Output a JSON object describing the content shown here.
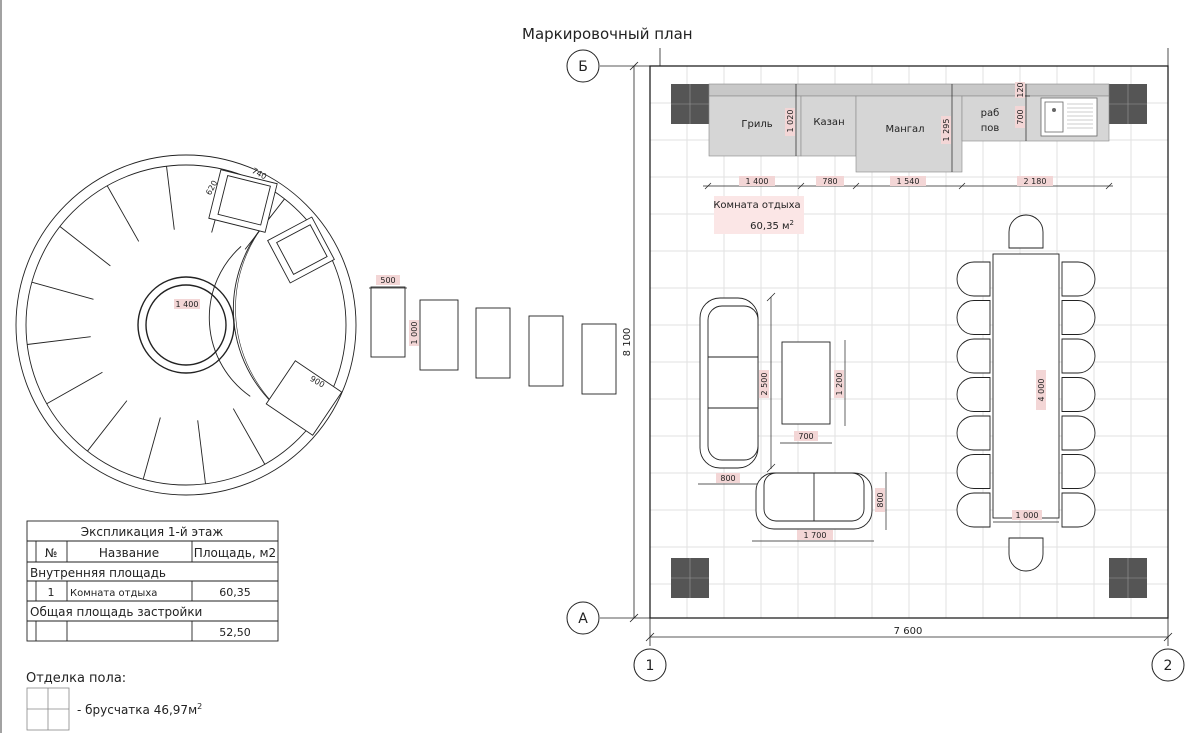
{
  "plan": {
    "title": "Маркировочный план",
    "axes": {
      "top": "Б",
      "bottom": "А",
      "left": "1",
      "right": "2"
    },
    "overall_width": "7 600",
    "overall_height": "8 100"
  },
  "kitchen": {
    "grill": "Гриль",
    "kazan": "Казан",
    "mangal": "Мангал",
    "work_surface_1": "раб",
    "work_surface_2": "пов",
    "dims": {
      "grill_depth": "1 020",
      "mangal_depth": "1 295",
      "counter_depth": "700",
      "sink_offset": "120",
      "grill_w": "1 400",
      "kazan_w": "780",
      "mangal_w": "1 540",
      "rest_w": "2 180"
    }
  },
  "room": {
    "name": "Комната отдыха",
    "area": "60,35 м",
    "area_sup": "2"
  },
  "furniture_dims": {
    "sofa_len": "2 500",
    "coffee_table_len": "1 200",
    "coffee_table_w": "700",
    "sofa_depth": "800",
    "sofa2_len": "1 700",
    "sofa2_depth": "800",
    "dining_table_len": "4 000",
    "dining_table_w": "1 000"
  },
  "round_dims": {
    "chair_w": "740",
    "chair_d": "620",
    "pit": "1 400",
    "chair2": "900",
    "bench_w": "500",
    "bench_len": "1 000"
  },
  "explication": {
    "title": "Экспликация 1-й этаж",
    "headers": [
      "№",
      "Название",
      "Площадь, м2"
    ],
    "section_inner": "Внутренняя площадь",
    "row1": {
      "num": "1",
      "name": "Комната отдыха",
      "area": "60,35"
    },
    "section_total": "Общая площадь застройки",
    "total_area": "52,50"
  },
  "floor": {
    "title": "Отделка пола:",
    "item": "- брусчатка 46,97м",
    "item_sup": "2"
  }
}
